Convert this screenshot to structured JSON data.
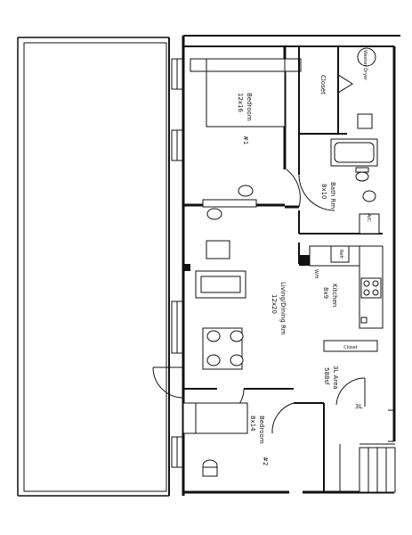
{
  "plan": {
    "rooms": {
      "bedroom1": {
        "name": "Bedroom",
        "num": "#1",
        "size": "12x16"
      },
      "closet": {
        "name": "Closet"
      },
      "bath": {
        "name": "Bath Rm",
        "size": "8x10"
      },
      "living": {
        "name": "Living/Dining Rm",
        "size": "12x20"
      },
      "kitchen": {
        "name": "Kitchen",
        "size": "8x9"
      },
      "closet2": {
        "name": "Closet"
      },
      "area": {
        "name": "3L Area",
        "size": "588sf"
      },
      "bedroom2": {
        "name": "Bedroom",
        "num": "#2",
        "size": "8x14"
      }
    },
    "appliances": {
      "washer": "Washer Dryer",
      "ac": "A/C",
      "wh": "W/H",
      "fridge": "Refr",
      "mark": "3L"
    }
  }
}
